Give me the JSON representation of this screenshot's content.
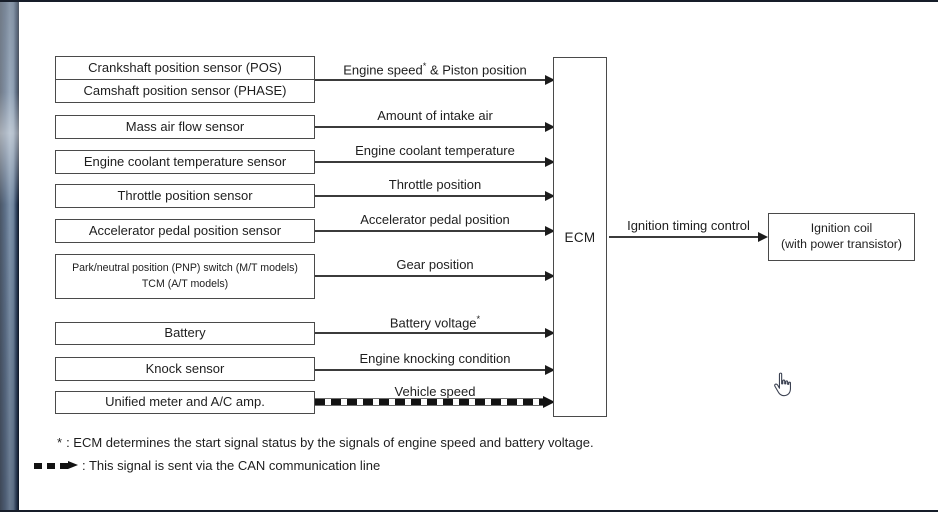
{
  "diagram": {
    "ecm_label": "ECM",
    "inputs": [
      {
        "box": "Crankshaft position sensor (POS)",
        "box2": "Camshaft position sensor (PHASE)",
        "signal": "Engine speed* & Piston position"
      },
      {
        "box": "Mass air flow sensor",
        "signal": "Amount of intake air"
      },
      {
        "box": "Engine coolant temperature sensor",
        "signal": "Engine coolant temperature"
      },
      {
        "box": "Throttle position sensor",
        "signal": "Throttle position"
      },
      {
        "box": "Accelerator pedal position sensor",
        "signal": "Accelerator pedal position"
      },
      {
        "box": "Park/neutral position (PNP) switch (M/T models)",
        "box2": "TCM (A/T models)",
        "signal": "Gear position"
      },
      {
        "box": "Battery",
        "signal": "Battery voltage*"
      },
      {
        "box": "Knock sensor",
        "signal": "Engine knocking condition"
      },
      {
        "box": "Unified meter and A/C amp.",
        "signal": "Vehicle speed",
        "line_style": "dashed-CAN"
      }
    ],
    "output": {
      "signal": "Ignition timing control",
      "box_line1": "Ignition coil",
      "box_line2": "(with power transistor)"
    },
    "footnotes": [
      {
        "symbol": "*",
        "text": ": ECM determines the start signal status by the signals of engine speed and battery voltage."
      },
      {
        "symbol": "dashed-arrow",
        "text": ": This signal is sent via the CAN communication line"
      }
    ],
    "colors": {
      "line": "#3b3b3b",
      "box_border": "#4a4a4a",
      "text": "#1e1e1e",
      "chrome_bar": "#5d7089"
    }
  }
}
